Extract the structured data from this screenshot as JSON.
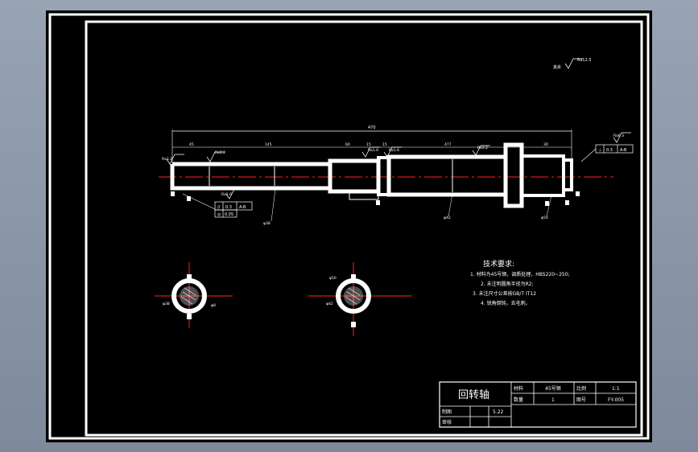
{
  "drawing": {
    "overall_length_dim": "470",
    "segment_dims": [
      "45",
      "145",
      "60",
      "15",
      "15",
      "477",
      "30"
    ],
    "diameter_labels": [
      "φ38",
      "φ42",
      "φ50"
    ],
    "roughness_marks": [
      "Ra3.2",
      "Ra3.2",
      "Ra1.6",
      "Ra1.6",
      "Ra3.2",
      "Ra6.3",
      "Ra1.6"
    ],
    "roughness_general": {
      "label": "其余",
      "value": "Ra12.5"
    },
    "tolerance_frame_1": {
      "symbol": "//",
      "value": "0.3",
      "datum": "A-B"
    },
    "tolerance_frame_2": {
      "symbol": "⊥",
      "value": "0.3",
      "datum": "A-B"
    },
    "tolerance_frame_3": {
      "symbol": "◎",
      "value": "0.05"
    },
    "section_labels": [
      "φ38",
      "φ42",
      "φ8",
      "φ50"
    ],
    "tech_requirements": {
      "title": "技术要求:",
      "items": [
        "1. 材料为45号钢，调质处理，HBS220~250;",
        "2. 未注明圆角半径为R2;",
        "3. 未注尺寸公差按GB/T IT12",
        "4. 锐角倒钝，去毛刺。"
      ]
    }
  },
  "title_block": {
    "part_name": "回转轴",
    "material_label": "材料",
    "material_value": "45号钢",
    "scale_label": "比例",
    "scale_value": "1:1",
    "quantity_label": "数量",
    "quantity_value": "1",
    "drawing_no_label": "图号",
    "drawing_no_value": "FY-005",
    "drawn_label": "制图",
    "drawn_value": "5.22",
    "checked_label": "审核"
  },
  "colors": {
    "sheet": "#000000",
    "lines": "#ffffff",
    "centerline": "#ff2020",
    "background": "#8e99aa"
  }
}
